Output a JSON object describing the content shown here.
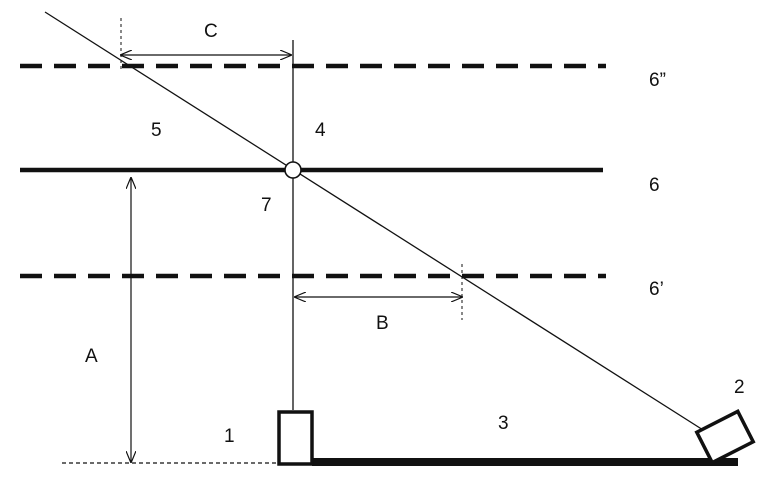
{
  "diagram": {
    "labels": {
      "l1": "1",
      "l2": "2",
      "l3": "3",
      "l4": "4",
      "l5": "5",
      "l6": "6",
      "l6_prime": "6’",
      "l6_double_prime": "6”",
      "l7": "7",
      "a": "A",
      "b": "B",
      "c": "C"
    },
    "colors": {
      "ink": "#111111",
      "background": "#ffffff"
    }
  }
}
